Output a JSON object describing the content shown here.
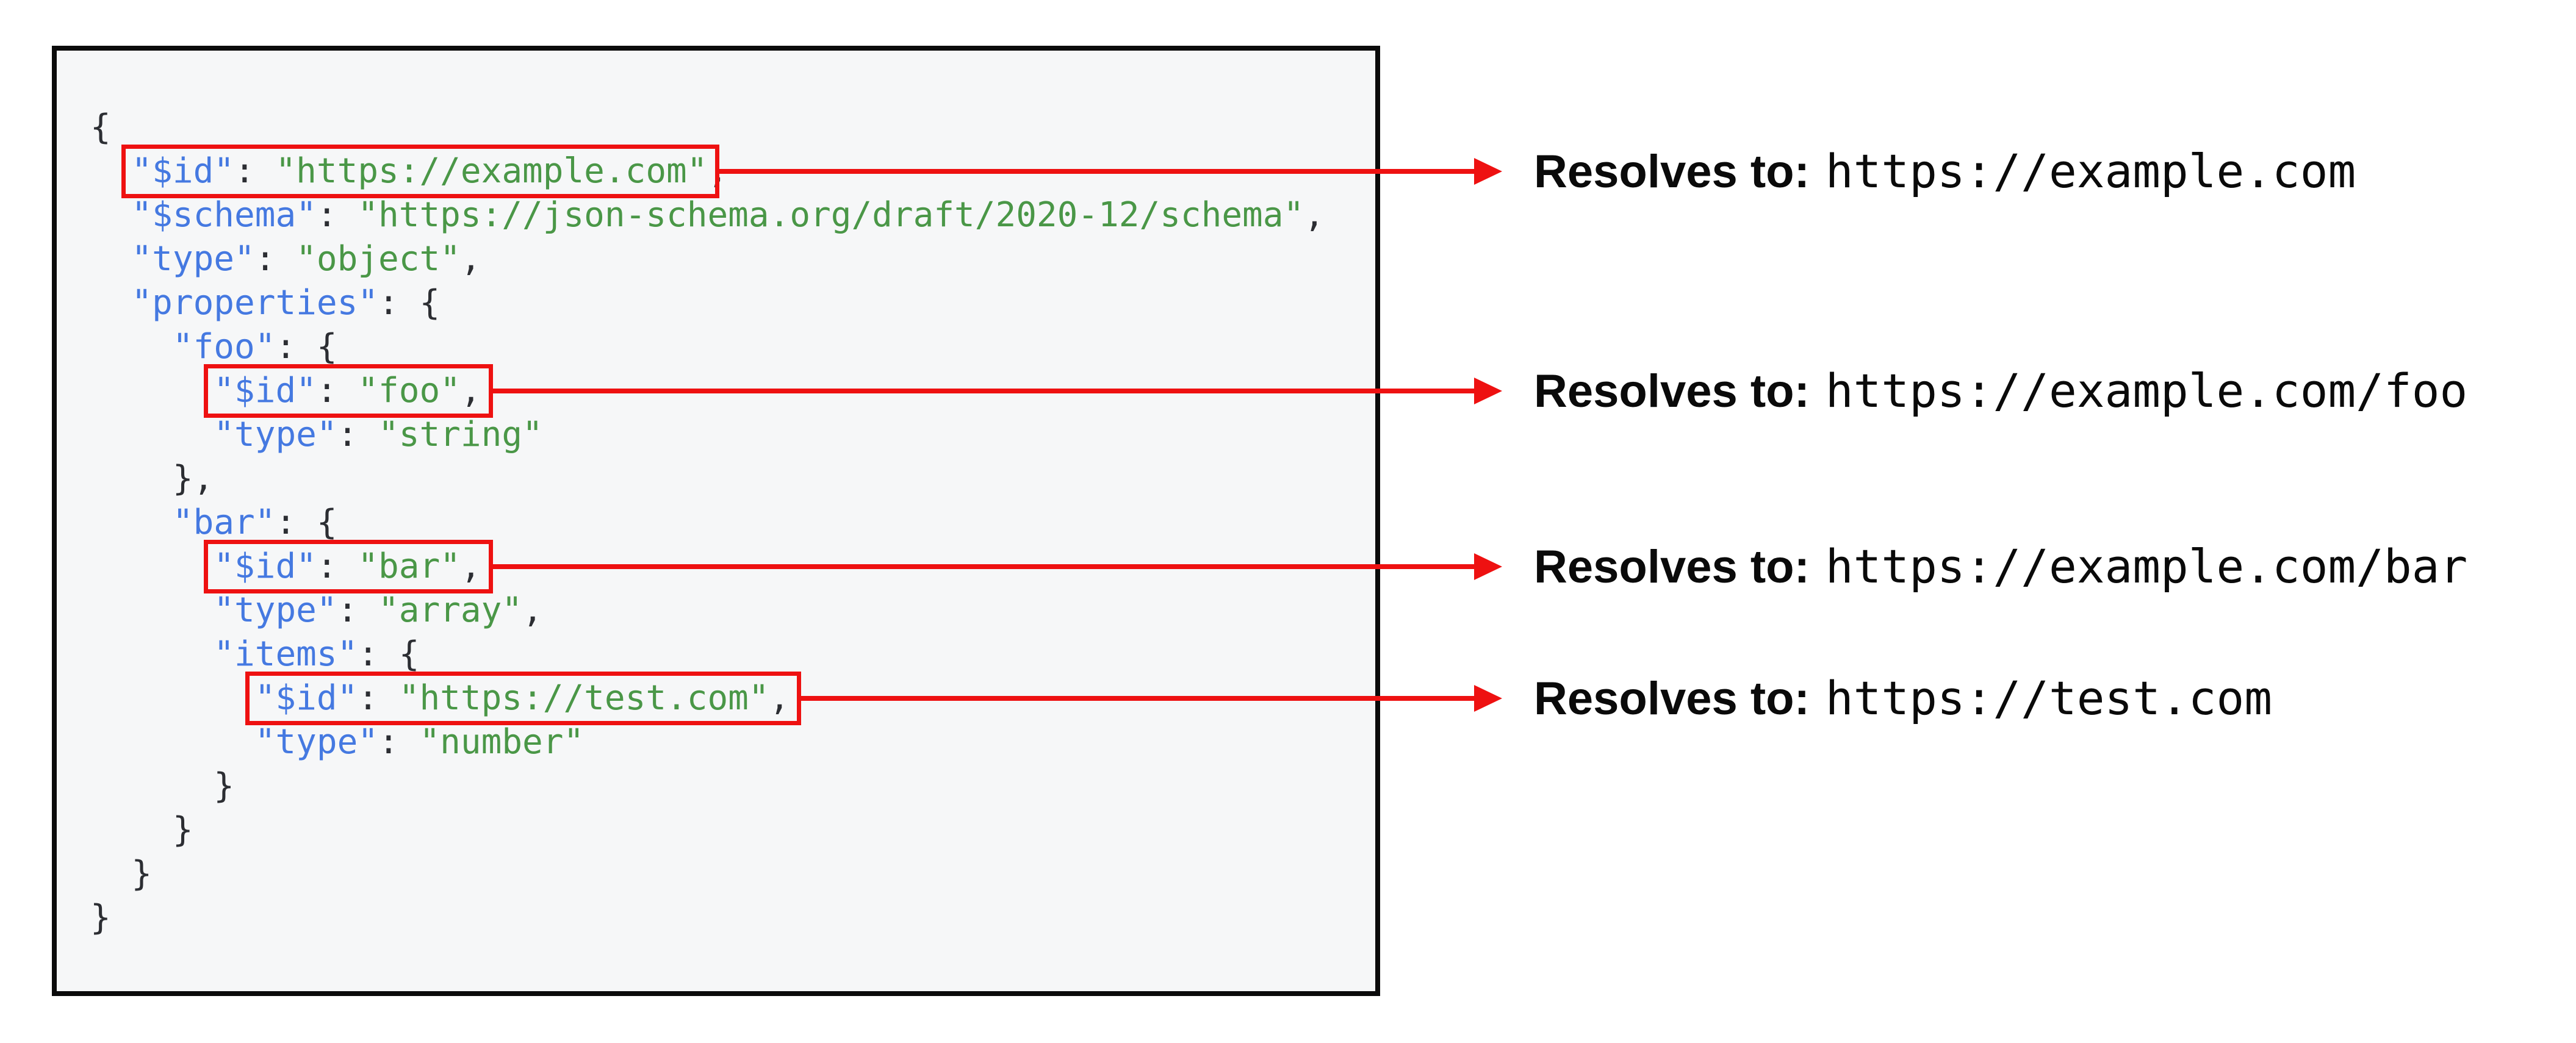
{
  "colors": {
    "highlight_red": "#ee1111",
    "key_blue": "#4579e1",
    "string_green": "#4a9747",
    "punctuation": "#2c2e33",
    "code_background": "#f6f7f8",
    "panel_border": "#0b0b0b",
    "annotation_text": "#0a0a0a",
    "page_background": "#ffffff"
  },
  "code": {
    "lines": [
      [
        {
          "t": "pun",
          "v": "{"
        }
      ],
      [
        {
          "t": "pun",
          "v": "  "
        },
        {
          "t": "key",
          "v": "\"$id\""
        },
        {
          "t": "pun",
          "v": ": "
        },
        {
          "t": "str",
          "v": "\"https://example.com\""
        },
        {
          "t": "pun",
          "v": ","
        }
      ],
      [
        {
          "t": "pun",
          "v": "  "
        },
        {
          "t": "key",
          "v": "\"$schema\""
        },
        {
          "t": "pun",
          "v": ": "
        },
        {
          "t": "str",
          "v": "\"https://json-schema.org/draft/2020-12/schema\""
        },
        {
          "t": "pun",
          "v": ","
        }
      ],
      [
        {
          "t": "pun",
          "v": "  "
        },
        {
          "t": "key",
          "v": "\"type\""
        },
        {
          "t": "pun",
          "v": ": "
        },
        {
          "t": "str",
          "v": "\"object\""
        },
        {
          "t": "pun",
          "v": ","
        }
      ],
      [
        {
          "t": "pun",
          "v": "  "
        },
        {
          "t": "key",
          "v": "\"properties\""
        },
        {
          "t": "pun",
          "v": ": {"
        }
      ],
      [
        {
          "t": "pun",
          "v": "    "
        },
        {
          "t": "key",
          "v": "\"foo\""
        },
        {
          "t": "pun",
          "v": ": {"
        }
      ],
      [
        {
          "t": "pun",
          "v": "      "
        },
        {
          "t": "key",
          "v": "\"$id\""
        },
        {
          "t": "pun",
          "v": ": "
        },
        {
          "t": "str",
          "v": "\"foo\""
        },
        {
          "t": "pun",
          "v": ","
        }
      ],
      [
        {
          "t": "pun",
          "v": "      "
        },
        {
          "t": "key",
          "v": "\"type\""
        },
        {
          "t": "pun",
          "v": ": "
        },
        {
          "t": "str",
          "v": "\"string\""
        }
      ],
      [
        {
          "t": "pun",
          "v": "    },"
        }
      ],
      [
        {
          "t": "pun",
          "v": "    "
        },
        {
          "t": "key",
          "v": "\"bar\""
        },
        {
          "t": "pun",
          "v": ": {"
        }
      ],
      [
        {
          "t": "pun",
          "v": "      "
        },
        {
          "t": "key",
          "v": "\"$id\""
        },
        {
          "t": "pun",
          "v": ": "
        },
        {
          "t": "str",
          "v": "\"bar\""
        },
        {
          "t": "pun",
          "v": ","
        }
      ],
      [
        {
          "t": "pun",
          "v": "      "
        },
        {
          "t": "key",
          "v": "\"type\""
        },
        {
          "t": "pun",
          "v": ": "
        },
        {
          "t": "str",
          "v": "\"array\""
        },
        {
          "t": "pun",
          "v": ","
        }
      ],
      [
        {
          "t": "pun",
          "v": "      "
        },
        {
          "t": "key",
          "v": "\"items\""
        },
        {
          "t": "pun",
          "v": ": {"
        }
      ],
      [
        {
          "t": "pun",
          "v": "        "
        },
        {
          "t": "key",
          "v": "\"$id\""
        },
        {
          "t": "pun",
          "v": ": "
        },
        {
          "t": "str",
          "v": "\"https://test.com\""
        },
        {
          "t": "pun",
          "v": ","
        }
      ],
      [
        {
          "t": "pun",
          "v": "        "
        },
        {
          "t": "key",
          "v": "\"type\""
        },
        {
          "t": "pun",
          "v": ": "
        },
        {
          "t": "str",
          "v": "\"number\""
        }
      ],
      [
        {
          "t": "pun",
          "v": "      }"
        }
      ],
      [
        {
          "t": "pun",
          "v": "    }"
        }
      ],
      [
        {
          "t": "pun",
          "v": "  }"
        }
      ],
      [
        {
          "t": "pun",
          "v": "}"
        }
      ]
    ]
  },
  "annotations": [
    {
      "label": "Resolves to:",
      "url": "https://example.com",
      "line": 2,
      "colStart": 2,
      "colEnd": 30
    },
    {
      "label": "Resolves to:",
      "url": "https://example.com/foo",
      "line": 7,
      "colStart": 6,
      "colEnd": 19
    },
    {
      "label": "Resolves to:",
      "url": "https://example.com/bar",
      "line": 11,
      "colStart": 6,
      "colEnd": 19
    },
    {
      "label": "Resolves to:",
      "url": "https://test.com",
      "line": 14,
      "colStart": 8,
      "colEnd": 34
    }
  ]
}
